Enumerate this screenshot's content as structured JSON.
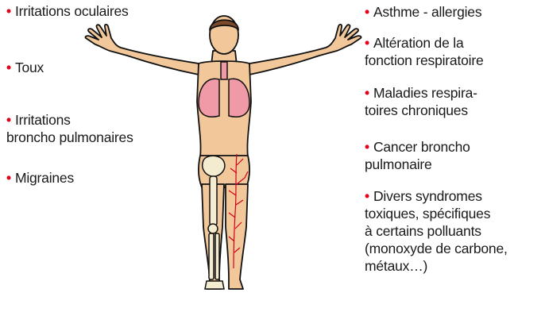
{
  "left_items": [
    {
      "lines": [
        "Irritations oculaires"
      ]
    },
    {
      "lines": [
        "Toux"
      ]
    },
    {
      "lines": [
        "Irritations",
        "broncho pulmonaires"
      ]
    },
    {
      "lines": [
        "Migraines"
      ]
    }
  ],
  "right_items": [
    {
      "lines": [
        "Asthme - allergies"
      ]
    },
    {
      "lines": [
        "Altération de la",
        "fonction respiratoire"
      ]
    },
    {
      "lines": [
        "Maladies respira-",
        "toires chroniques"
      ]
    },
    {
      "lines": [
        "Cancer broncho",
        "pulmonaire"
      ]
    },
    {
      "lines": [
        "Divers syndromes",
        "toxiques, spécifiques",
        "à certains polluants",
        "(monoxyde de carbone,",
        "métaux…)"
      ]
    }
  ],
  "colors": {
    "bullet": "#e2001a",
    "text": "#1a1a1a",
    "skin": "#f2c79a",
    "lungs": "#f09aa8",
    "vessels": "#d0021b",
    "bone": "#f4ecd0",
    "outline": "#111111"
  },
  "icons": [
    "human-body-figure",
    "lungs-icon",
    "skeleton-leg-icon",
    "blood-vessels-icon"
  ]
}
